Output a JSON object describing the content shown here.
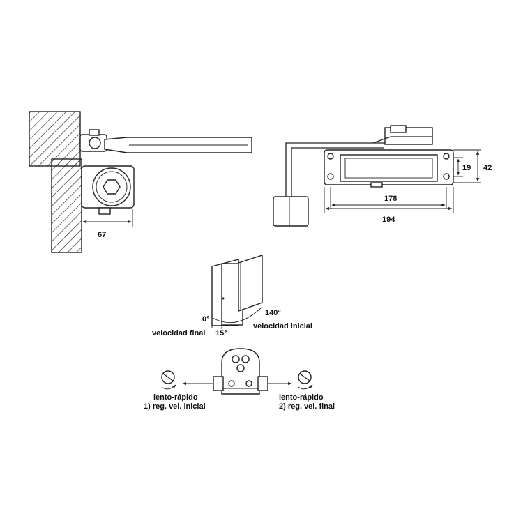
{
  "dimensions": {
    "side_offset": "67",
    "body_height_inner": "19",
    "body_height_outer": "42",
    "body_length_inner": "178",
    "body_length_outer": "194"
  },
  "door_angles": {
    "closed": "0°",
    "latch": "15°",
    "open": "140°",
    "label_final": "velocidad final",
    "label_initial": "velocidad inicial"
  },
  "valves": {
    "left_direction": "lento-rápido",
    "left_label": "1) reg. vel. inicial",
    "right_direction": "lento-rápido",
    "right_label": "2) reg. vel. final"
  }
}
